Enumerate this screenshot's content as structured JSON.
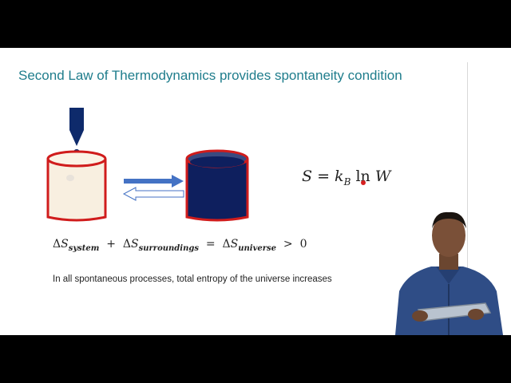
{
  "slide": {
    "title": "Second Law of Thermodynamics provides spontaneity condition",
    "boltzmann": {
      "lhs": "S",
      "eq": "=",
      "k": "k",
      "k_sub": "B",
      "ln": "ln",
      "w": "W"
    },
    "entropy_eq": {
      "delta": "Δ",
      "s": "S",
      "sys_sub": "system",
      "plus": "+",
      "sur_sub": "surroundings",
      "eq": "=",
      "uni_sub": "universe",
      "gt": ">",
      "zero": "0"
    },
    "caption": "In all spontaneous processes, total entropy of the universe increases"
  },
  "colors": {
    "title": "#1f7d8c",
    "beaker_rim": "#d01c1c",
    "liquid": "#0e1f5e",
    "dropper": "#0e2a6b",
    "arrow": "#4472c4",
    "pointer": "#d62020"
  }
}
